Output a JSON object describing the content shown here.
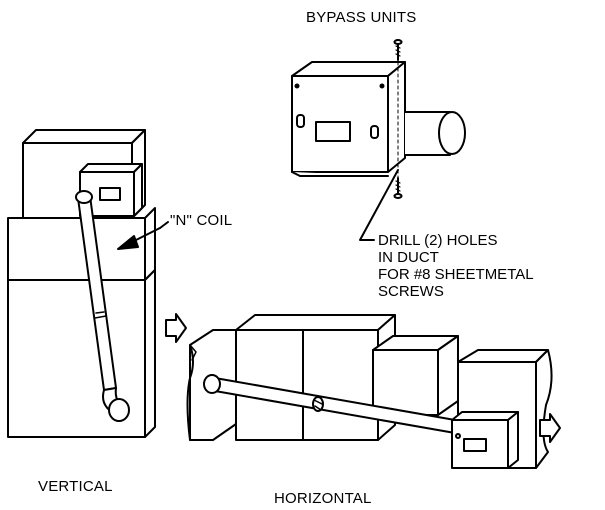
{
  "labels": {
    "bypass_units": "BYPASS UNITS",
    "n_coil": "\"N\" COIL",
    "drill_lines": [
      "DRILL (2) HOLES",
      "IN DUCT",
      "FOR #8 SHEETMETAL",
      "SCREWS"
    ],
    "vertical": "VERTICAL",
    "horizontal": "HORIZONTAL"
  },
  "colors": {
    "line": "#000000",
    "fill": "#ffffff"
  }
}
